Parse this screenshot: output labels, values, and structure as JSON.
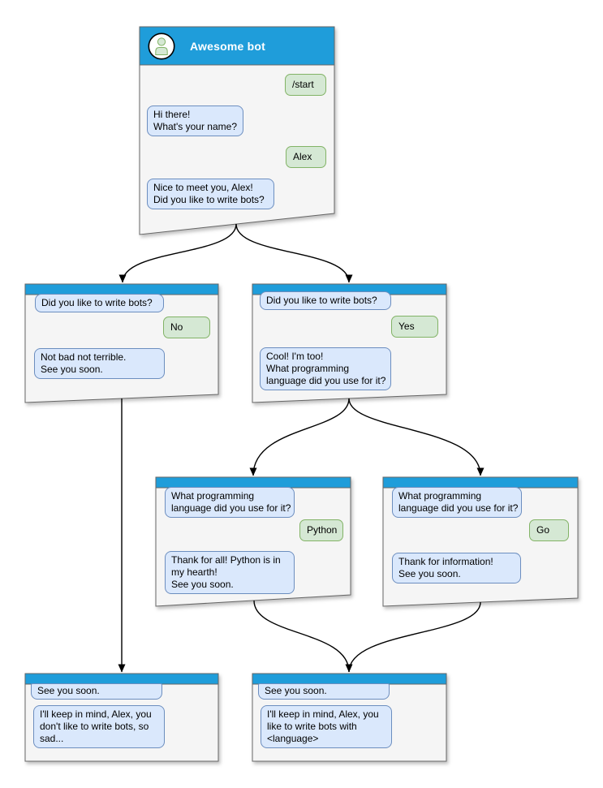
{
  "colors": {
    "header_blue": "#1f9dda",
    "window_bg": "#f5f5f5",
    "window_border": "#666666",
    "bot_bubble_bg": "#dae8fc",
    "bot_bubble_border": "#6c8ebf",
    "user_bubble_bg": "#d5e8d4",
    "user_bubble_border": "#82b366",
    "arrow_color": "#000000",
    "title_color": "#ffffff",
    "text_color": "#000000",
    "page_bg": "#ffffff"
  },
  "windows": {
    "main": {
      "title": "Awesome bot",
      "messages": [
        {
          "from": "user",
          "text": "/start"
        },
        {
          "from": "bot",
          "text": "Hi there!\nWhat's your name?"
        },
        {
          "from": "user",
          "text": "Alex"
        },
        {
          "from": "bot",
          "text": "Nice to meet you, Alex!\nDid you like to write bots?"
        }
      ]
    },
    "branch_no": {
      "messages": [
        {
          "from": "bot",
          "text": "Did you like to write bots?"
        },
        {
          "from": "user",
          "text": "No"
        },
        {
          "from": "bot",
          "text": "Not bad not terrible.\nSee you soon."
        }
      ]
    },
    "branch_yes": {
      "messages": [
        {
          "from": "bot",
          "text": "Did you like to write bots?"
        },
        {
          "from": "user",
          "text": "Yes"
        },
        {
          "from": "bot",
          "text": "Cool! I'm too!\nWhat programming\nlanguage did you use for it?"
        }
      ]
    },
    "branch_python": {
      "messages": [
        {
          "from": "bot",
          "text": "What programming\nlanguage did you use for it?"
        },
        {
          "from": "user",
          "text": "Python"
        },
        {
          "from": "bot",
          "text": "Thank for all! Python is in\nmy hearth!\nSee you soon."
        }
      ]
    },
    "branch_go": {
      "messages": [
        {
          "from": "bot",
          "text": "What programming\nlanguage did you use for it?"
        },
        {
          "from": "user",
          "text": "Go"
        },
        {
          "from": "bot",
          "text": "Thank for information!\nSee you soon."
        }
      ]
    },
    "end_no": {
      "messages": [
        {
          "from": "bot",
          "text": "See you soon."
        },
        {
          "from": "bot",
          "text": "I'll keep in mind, Alex, you\ndon't like to write bots, so\nsad..."
        }
      ]
    },
    "end_yes": {
      "messages": [
        {
          "from": "bot",
          "text": "See you soon."
        },
        {
          "from": "bot",
          "text": "I'll keep in mind, Alex, you\nlike to write bots with\n<language>"
        }
      ]
    }
  },
  "edges": [
    {
      "from": "main",
      "to": "branch_no"
    },
    {
      "from": "main",
      "to": "branch_yes"
    },
    {
      "from": "branch_no",
      "to": "end_no"
    },
    {
      "from": "branch_yes",
      "to": "branch_python"
    },
    {
      "from": "branch_yes",
      "to": "branch_go"
    },
    {
      "from": "branch_python",
      "to": "end_yes"
    },
    {
      "from": "branch_go",
      "to": "end_yes"
    }
  ]
}
